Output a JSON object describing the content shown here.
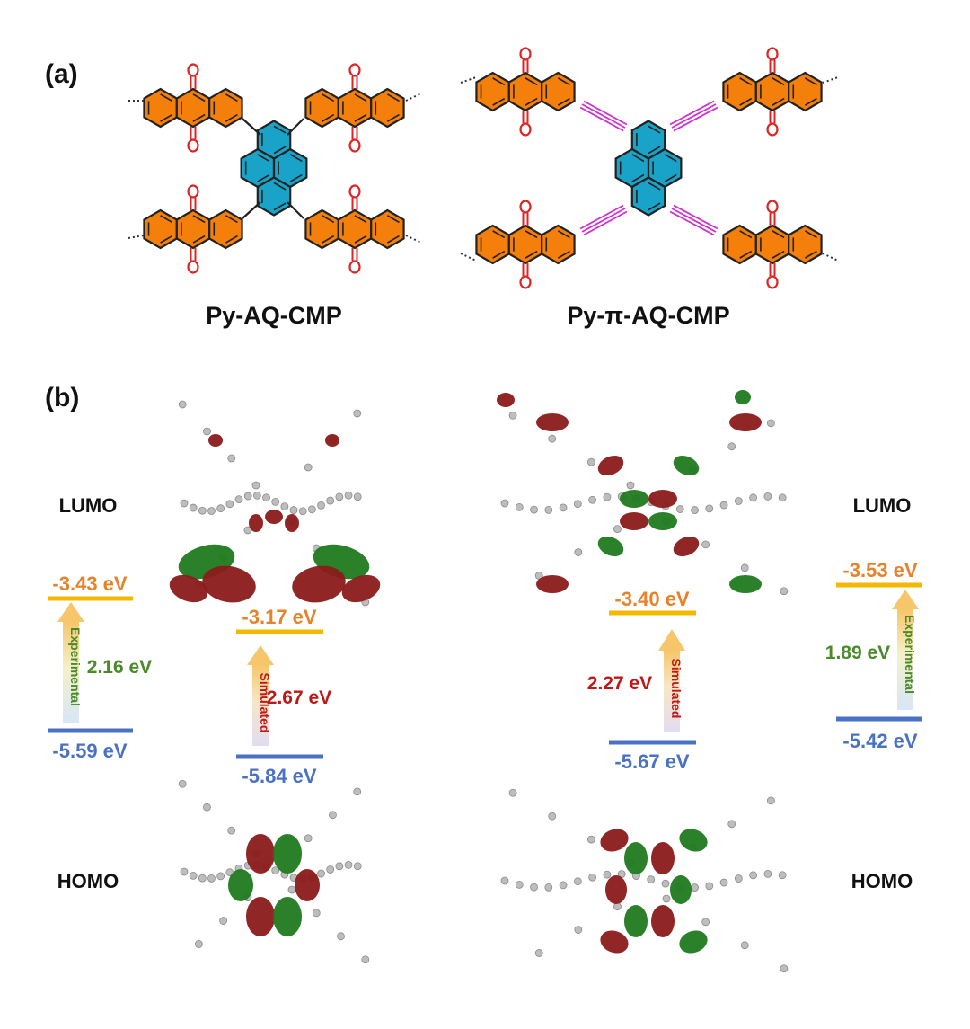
{
  "panel_a": {
    "label": "(a)",
    "left_name": "Py-AQ-CMP",
    "right_name": "Py-π-AQ-CMP"
  },
  "panel_b": {
    "label": "(b)",
    "left": {
      "lumo_label": "LUMO",
      "homo_label": "HOMO",
      "exp_lumo": "-3.43 eV",
      "exp_homo": "-5.59 eV",
      "exp_gap": "2.16 eV",
      "exp_word": "Experimental",
      "sim_lumo": "-3.17 eV",
      "sim_homo": "-5.84 eV",
      "sim_gap": "2.67 eV",
      "sim_word": "Simulated"
    },
    "right": {
      "lumo_label": "LUMO",
      "homo_label": "HOMO",
      "exp_lumo": "-3.53 eV",
      "exp_homo": "-5.42 eV",
      "exp_gap": "1.89 eV",
      "exp_word": "Experimental",
      "sim_lumo": "-3.40 eV",
      "sim_homo": "-5.67 eV",
      "sim_gap": "2.27 eV",
      "sim_word": "Simulated"
    }
  },
  "colors": {
    "anthraquinone": "#f47f0b",
    "pyrene": "#1aa3c8",
    "carbonyl": "#e02424",
    "alkyne": "#d030d0",
    "lumo_line": "#f5b800",
    "lumo_text": "#e8822a",
    "homo_line": "#4a72c4",
    "homo_text": "#4a72c4",
    "exp_gap": "#4a8a2a",
    "sim_gap": "#c01818",
    "orbital_red": "#8b1a1a",
    "orbital_green": "#1f7a1f"
  }
}
